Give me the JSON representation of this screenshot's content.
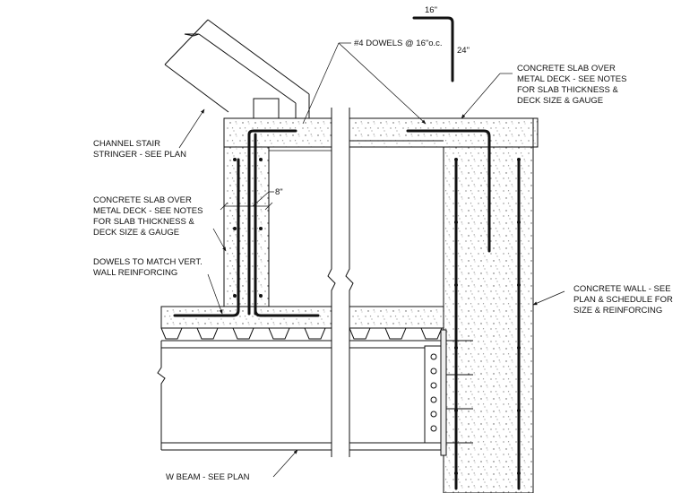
{
  "bend_detail": {
    "horizontal_leg": "16\"",
    "vertical_leg": "24\""
  },
  "dimension": {
    "width": "8\""
  },
  "labels": {
    "dowels": "#4 DOWELS @ 16\"o.c.",
    "slab_right": [
      "CONCRETE SLAB OVER",
      "METAL DECK - SEE NOTES",
      "FOR SLAB THICKNESS &",
      "DECK SIZE & GAUGE"
    ],
    "stringer": [
      "CHANNEL STAIR",
      "STRINGER - SEE PLAN"
    ],
    "slab_left": [
      "CONCRETE SLAB OVER",
      "METAL DECK - SEE NOTES",
      "FOR SLAB THICKNESS &",
      "DECK SIZE & GAUGE"
    ],
    "dowels_vert": [
      "DOWELS TO MATCH VERT.",
      "WALL REINFORCING"
    ],
    "wall": [
      "CONCRETE WALL - SEE",
      "PLAN & SCHEDULE FOR",
      "SIZE & REINFORCING"
    ],
    "beam": "W BEAM - SEE PLAN"
  }
}
